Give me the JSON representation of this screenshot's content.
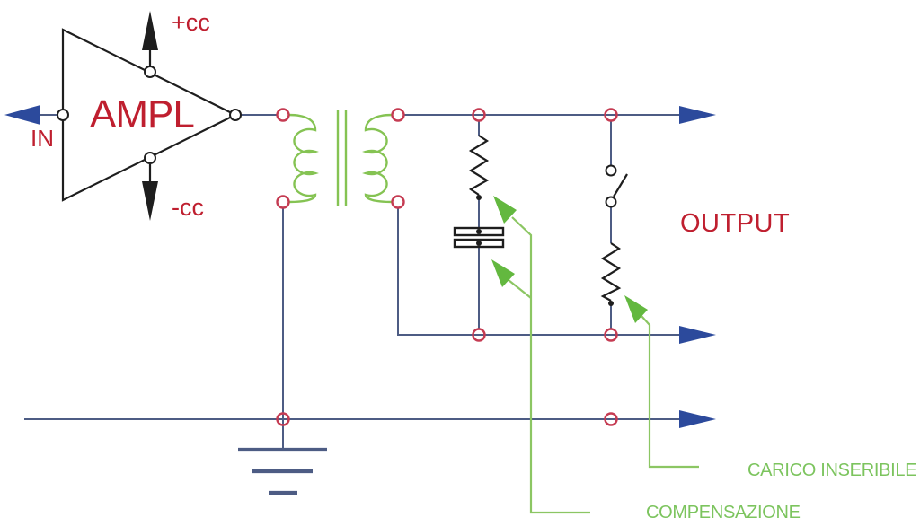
{
  "diagram": {
    "type": "circuit-schematic",
    "labels": {
      "input": "IN",
      "amplifier": "AMPL",
      "supply_positive": "+cc",
      "supply_negative": "-cc",
      "output": "OUTPUT",
      "compensation": "COMPENSAZIONE",
      "insertable_load": "CARICO INSERIBILE"
    },
    "colors": {
      "background": "#ffffff",
      "wire": "#4d5c84",
      "arrow_blue": "#2c4a9c",
      "label_red": "#bf1f2f",
      "terminal_red": "#c53b52",
      "component_black": "#1e1e1e",
      "green_arrow": "#63b83f",
      "green_pointer": "#8cc663",
      "green_coil": "#85c353",
      "green_text": "#7cc45e"
    },
    "callouts": [
      {
        "label": "COMPENSAZIONE",
        "target": "series RC network on transformer secondary"
      },
      {
        "label": "CARICO INSERIBILE",
        "target": "load resistor behind open switch"
      }
    ],
    "symbols": [
      "amplifier-triangle",
      "input-arrow",
      "supply-arrow-up",
      "supply-arrow-down",
      "transformer-with-core",
      "compensation-resistor",
      "compensation-capacitor",
      "open-switch",
      "load-resistor",
      "ground-symbol",
      "output-arrows",
      "terminal-nodes"
    ]
  }
}
